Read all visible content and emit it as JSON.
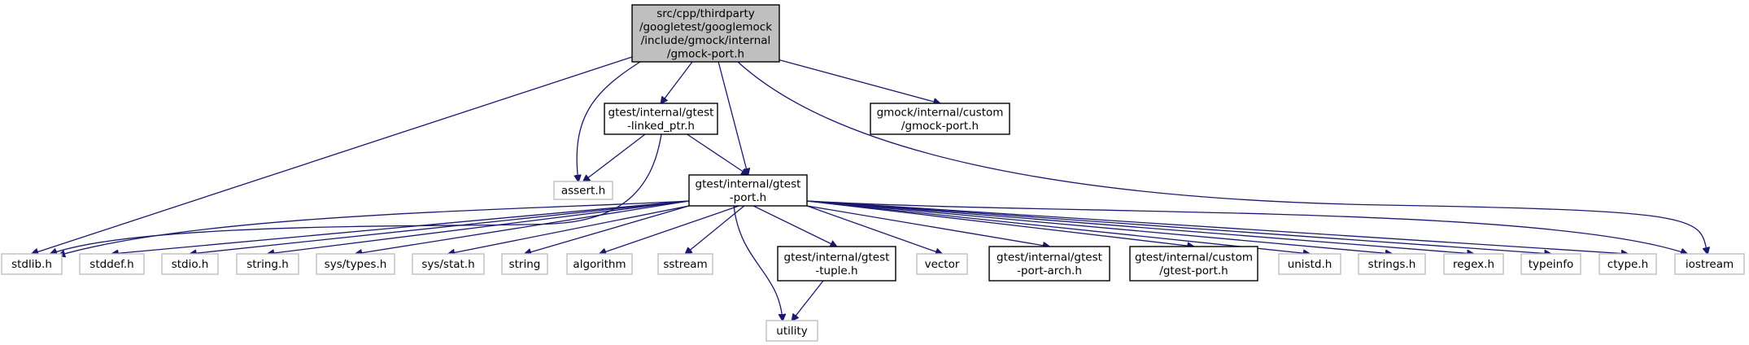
{
  "graph": {
    "root": {
      "lines": [
        "src/cpp/thirdparty",
        "/googletest/googlemock",
        "/include/gmock/internal",
        "/gmock-port.h"
      ]
    },
    "nodes": {
      "linked_ptr": {
        "lines": [
          "gtest/internal/gtest",
          "-linked_ptr.h"
        ]
      },
      "gmock_custom": {
        "lines": [
          "gmock/internal/custom",
          "/gmock-port.h"
        ]
      },
      "gtest_port": {
        "lines": [
          "gtest/internal/gtest",
          "-port.h"
        ]
      },
      "assert_h": {
        "lines": [
          "assert.h"
        ]
      },
      "stdlib_h": {
        "lines": [
          "stdlib.h"
        ]
      },
      "stddef_h": {
        "lines": [
          "stddef.h"
        ]
      },
      "stdio_h": {
        "lines": [
          "stdio.h"
        ]
      },
      "string_h": {
        "lines": [
          "string.h"
        ]
      },
      "sys_types_h": {
        "lines": [
          "sys/types.h"
        ]
      },
      "sys_stat_h": {
        "lines": [
          "sys/stat.h"
        ]
      },
      "string": {
        "lines": [
          "string"
        ]
      },
      "algorithm": {
        "lines": [
          "algorithm"
        ]
      },
      "sstream": {
        "lines": [
          "sstream"
        ]
      },
      "gtest_tuple": {
        "lines": [
          "gtest/internal/gtest",
          "-tuple.h"
        ]
      },
      "vector": {
        "lines": [
          "vector"
        ]
      },
      "gtest_port_arch": {
        "lines": [
          "gtest/internal/gtest",
          "-port-arch.h"
        ]
      },
      "gtest_custom_port": {
        "lines": [
          "gtest/internal/custom",
          "/gtest-port.h"
        ]
      },
      "unistd_h": {
        "lines": [
          "unistd.h"
        ]
      },
      "strings_h": {
        "lines": [
          "strings.h"
        ]
      },
      "regex_h": {
        "lines": [
          "regex.h"
        ]
      },
      "typeinfo": {
        "lines": [
          "typeinfo"
        ]
      },
      "ctype_h": {
        "lines": [
          "ctype.h"
        ]
      },
      "iostream": {
        "lines": [
          "iostream"
        ]
      },
      "utility": {
        "lines": [
          "utility"
        ]
      }
    },
    "edges": [
      [
        "root",
        "stdlib_h"
      ],
      [
        "root",
        "assert_h"
      ],
      [
        "root",
        "linked_ptr"
      ],
      [
        "root",
        "gtest_port"
      ],
      [
        "root",
        "iostream"
      ],
      [
        "root",
        "gmock_custom"
      ],
      [
        "linked_ptr",
        "assert_h"
      ],
      [
        "linked_ptr",
        "stdlib_h"
      ],
      [
        "linked_ptr",
        "gtest_port"
      ],
      [
        "gtest_port",
        "stdlib_h"
      ],
      [
        "gtest_port",
        "stddef_h"
      ],
      [
        "gtest_port",
        "stdio_h"
      ],
      [
        "gtest_port",
        "string_h"
      ],
      [
        "gtest_port",
        "sys_types_h"
      ],
      [
        "gtest_port",
        "sys_stat_h"
      ],
      [
        "gtest_port",
        "string"
      ],
      [
        "gtest_port",
        "algorithm"
      ],
      [
        "gtest_port",
        "sstream"
      ],
      [
        "gtest_port",
        "utility"
      ],
      [
        "gtest_port",
        "gtest_tuple"
      ],
      [
        "gtest_port",
        "vector"
      ],
      [
        "gtest_port",
        "gtest_port_arch"
      ],
      [
        "gtest_port",
        "gtest_custom_port"
      ],
      [
        "gtest_port",
        "unistd_h"
      ],
      [
        "gtest_port",
        "strings_h"
      ],
      [
        "gtest_port",
        "regex_h"
      ],
      [
        "gtest_port",
        "typeinfo"
      ],
      [
        "gtest_port",
        "ctype_h"
      ],
      [
        "gtest_port",
        "iostream"
      ],
      [
        "gtest_tuple",
        "utility"
      ]
    ]
  }
}
